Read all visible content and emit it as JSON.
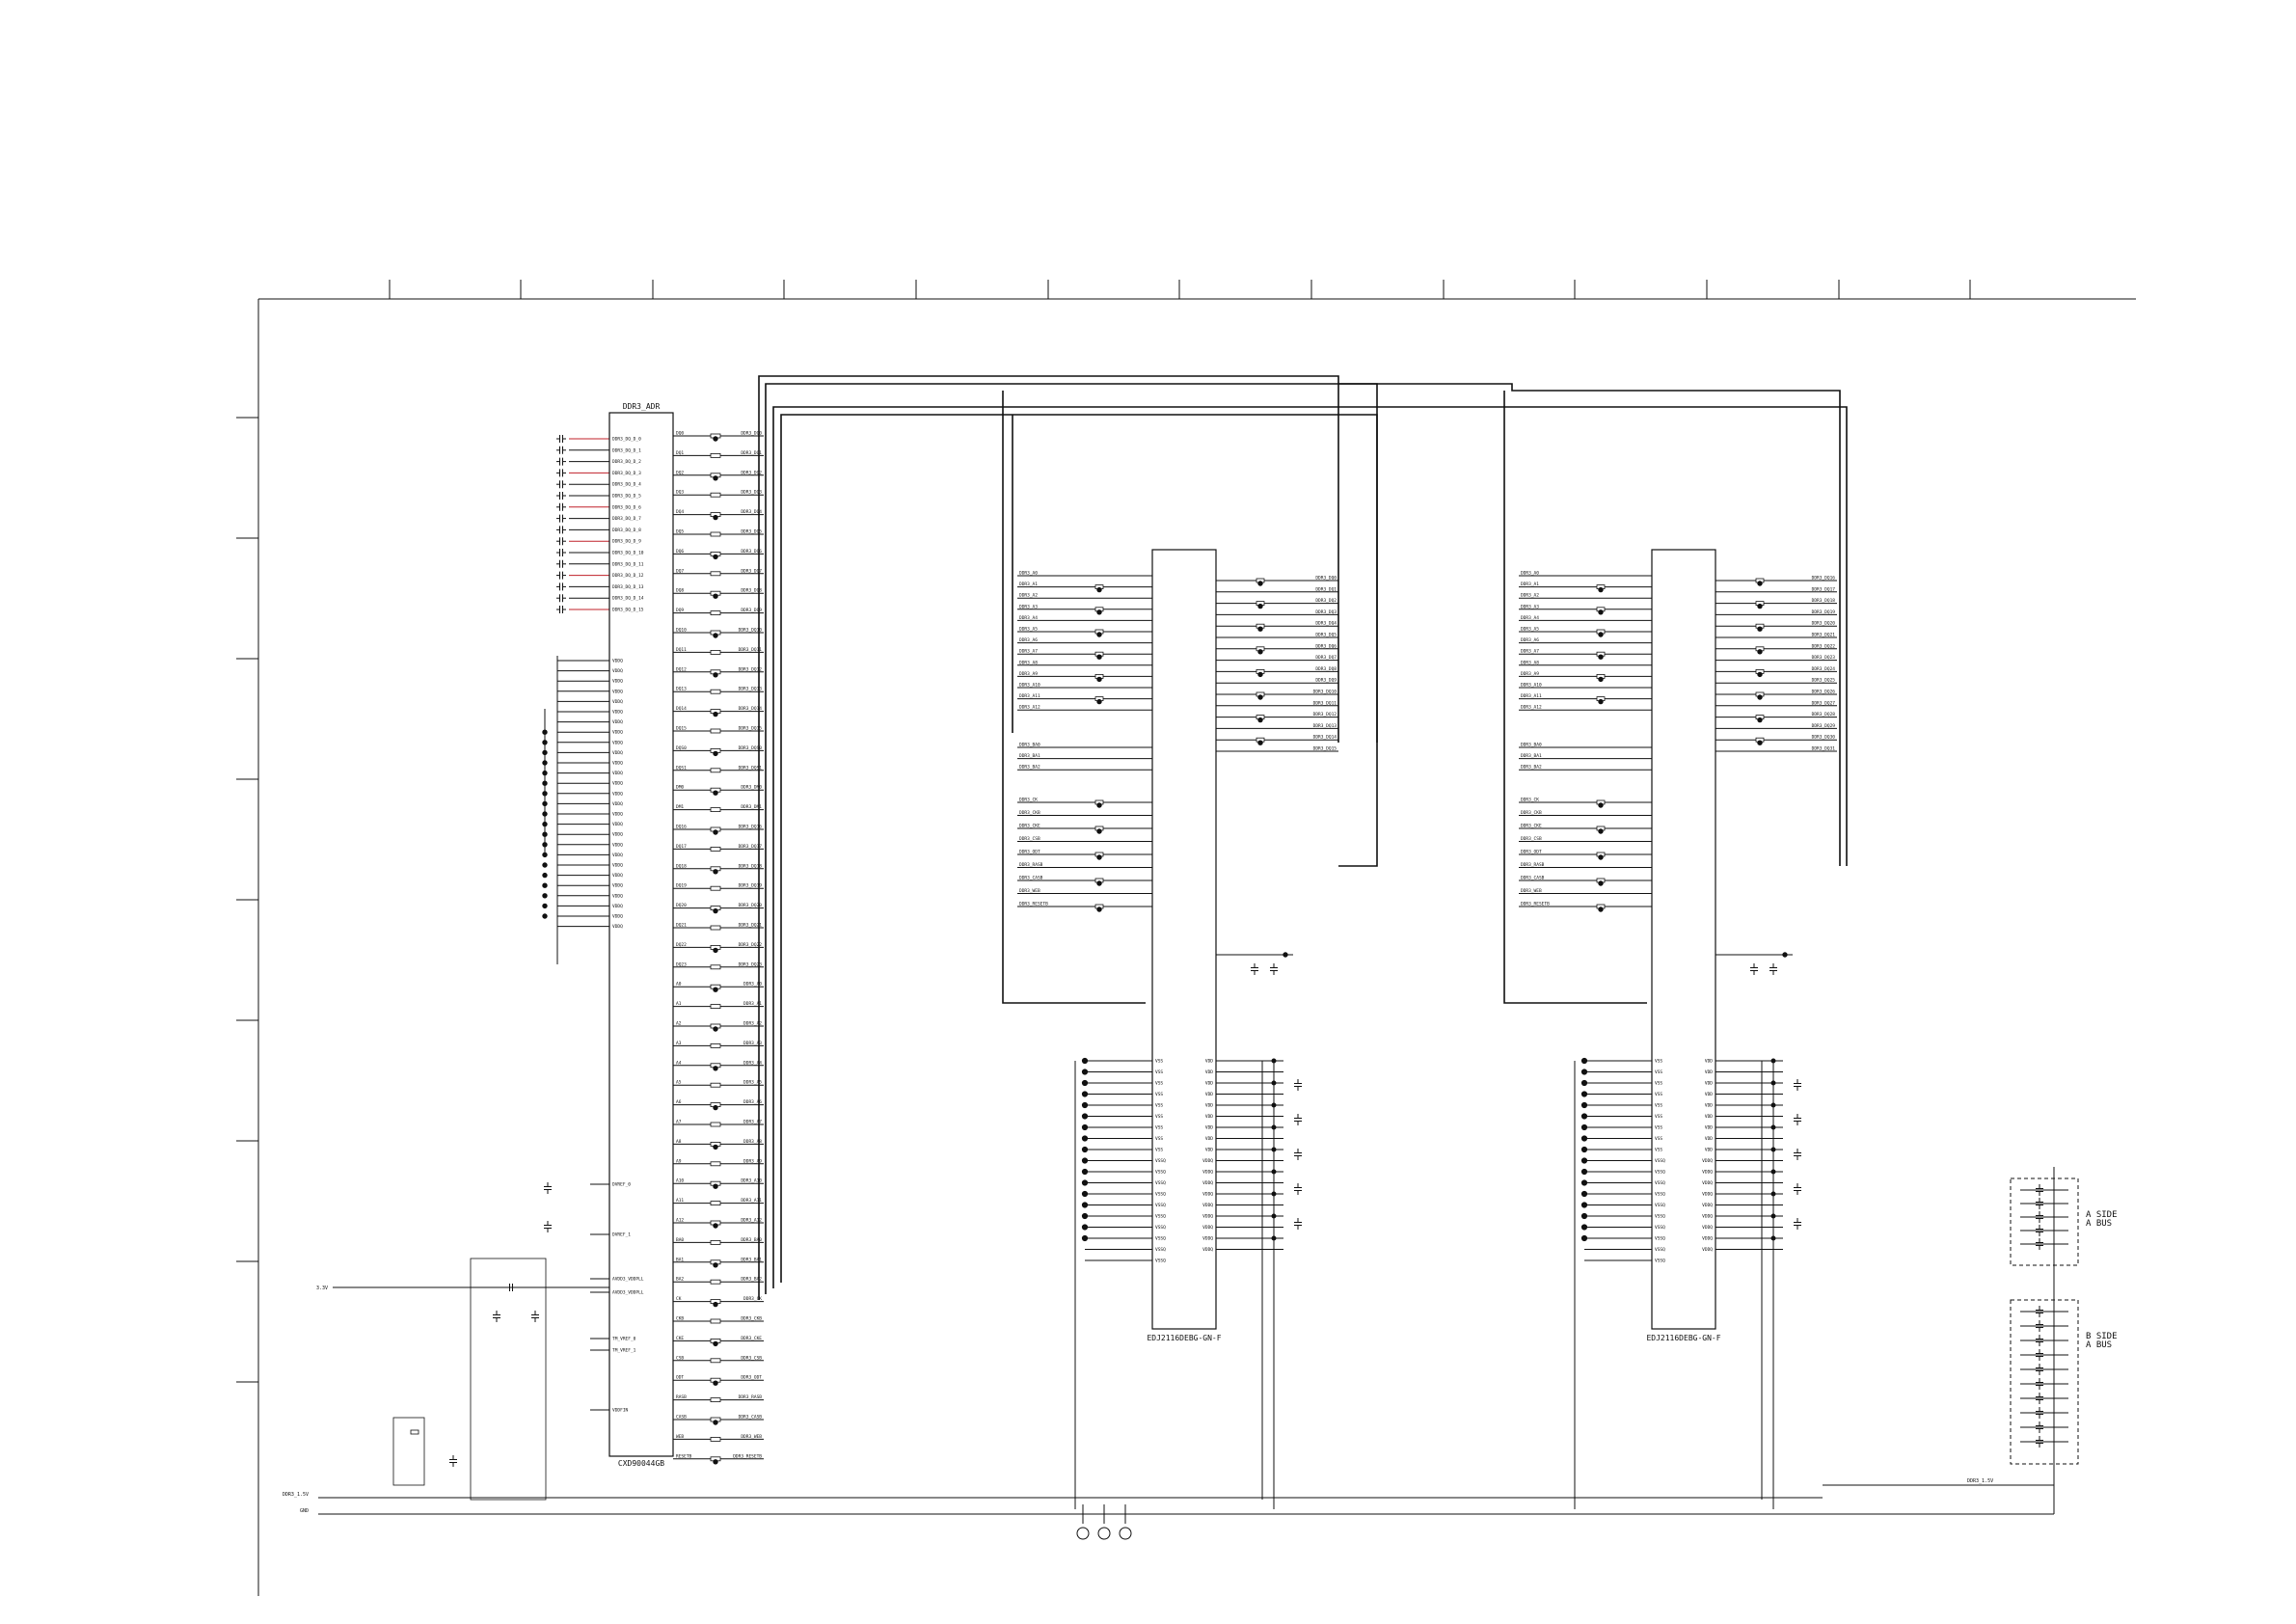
{
  "colors": {
    "ink": "#111111",
    "accent_red": "#c0202a"
  },
  "u_ctrl": {
    "top_label": "DDR3_ADR",
    "bottom_label": "CXD90044GB",
    "left_upper_pins": [
      "DDR3_DQ_D_0",
      "DDR3_DQ_D_1",
      "DDR3_DQ_D_2",
      "DDR3_DQ_D_3",
      "DDR3_DQ_D_4",
      "DDR3_DQ_D_5",
      "DDR3_DQ_D_6",
      "DDR3_DQ_D_7",
      "DDR3_DQ_D_8",
      "DDR3_DQ_D_9",
      "DDR3_DQ_D_10",
      "DDR3_DQ_D_11",
      "DDR3_DQ_D_12",
      "DDR3_DQ_D_13",
      "DDR3_DQ_D_14",
      "DDR3_DQ_D_15"
    ],
    "left_lower_pins": [
      "VDDQ",
      "VDDQ",
      "VDDQ",
      "VDDQ",
      "VDDQ",
      "VDDQ",
      "VDDQ",
      "VDDQ",
      "VDDQ",
      "VDDQ",
      "VDDQ",
      "VDDQ",
      "VDDQ",
      "VDDQ",
      "VDDQ",
      "VDDQ",
      "VDDQ",
      "VDDQ",
      "VDDQ",
      "VDDQ",
      "VDDQ",
      "VDDQ",
      "VDDQ",
      "VDDQ",
      "VDDQ",
      "VDDQ",
      "VDDQ"
    ],
    "left_bottom_pins": [
      "DVREF_0",
      "DVREF_1",
      "AVDD3_VDDPLL",
      "AVDD3_VDDPLL",
      "TM_VREF_0",
      "TM_VREF_1",
      "VDDFIN"
    ],
    "right_pins": [
      "DQ0",
      "DQ1",
      "DQ2",
      "DQ3",
      "DQ4",
      "DQ5",
      "DQ6",
      "DQ7",
      "DQ8",
      "DQ9",
      "DQ10",
      "DQ11",
      "DQ12",
      "DQ13",
      "DQ14",
      "DQ15",
      "DQS0",
      "DQS1",
      "DM0",
      "DM1",
      "DQ16",
      "DQ17",
      "DQ18",
      "DQ19",
      "DQ20",
      "DQ21",
      "DQ22",
      "DQ23",
      "A0",
      "A1",
      "A2",
      "A3",
      "A4",
      "A5",
      "A6",
      "A7",
      "A8",
      "A9",
      "A10",
      "A11",
      "A12",
      "BA0",
      "BA1",
      "BA2",
      "CK",
      "CKB",
      "CKE",
      "CSB",
      "ODT",
      "RASB",
      "CASB",
      "WEB",
      "RESETB"
    ],
    "right_nets": [
      "DDR3_DQ0",
      "DDR3_DQ1",
      "DDR3_DQ2",
      "DDR3_DQ3",
      "DDR3_DQ4",
      "DDR3_DQ5",
      "DDR3_DQ6",
      "DDR3_DQ7",
      "DDR3_DQ8",
      "DDR3_DQ9",
      "DDR3_DQ10",
      "DDR3_DQ11",
      "DDR3_DQ12",
      "DDR3_DQ13",
      "DDR3_DQ14",
      "DDR3_DQ15",
      "DDR3_DQS0",
      "DDR3_DQS1",
      "DDR3_DM0",
      "DDR3_DM1",
      "DDR3_DQ16",
      "DDR3_DQ17",
      "DDR3_DQ18",
      "DDR3_DQ19",
      "DDR3_DQ20",
      "DDR3_DQ21",
      "DDR3_DQ22",
      "DDR3_DQ23",
      "DDR3_A0",
      "DDR3_A1",
      "DDR3_A2",
      "DDR3_A3",
      "DDR3_A4",
      "DDR3_A5",
      "DDR3_A6",
      "DDR3_A7",
      "DDR3_A8",
      "DDR3_A9",
      "DDR3_A10",
      "DDR3_A11",
      "DDR3_A12",
      "DDR3_BA0",
      "DDR3_BA1",
      "DDR3_BA2",
      "DDR3_CK",
      "DDR3_CKB",
      "DDR3_CKE",
      "DDR3_CSB",
      "DDR3_ODT",
      "DDR3_RASB",
      "DDR3_CASB",
      "DDR3_WEB",
      "DDR3_RESETB"
    ]
  },
  "mem_chips": [
    {
      "id": "a",
      "bottom_label": "EDJ2116DEBG-GN-F",
      "left_top": [
        "DDR3_A0",
        "DDR3_A1",
        "DDR3_A2",
        "DDR3_A3",
        "DDR3_A4",
        "DDR3_A5",
        "DDR3_A6",
        "DDR3_A7",
        "DDR3_A8",
        "DDR3_A9",
        "DDR3_A10",
        "DDR3_A11",
        "DDR3_A12"
      ],
      "left_mid": [
        "DDR3_BA0",
        "DDR3_BA1",
        "DDR3_BA2"
      ],
      "left_ctrl": [
        "DDR3_CK",
        "DDR3_CKB",
        "DDR3_CKE",
        "DDR3_CSB",
        "DDR3_ODT",
        "DDR3_RASB",
        "DDR3_CASB",
        "DDR3_WEB",
        "DDR3_RESETB"
      ],
      "right_nets": [
        "DDR3_DQ0",
        "DDR3_DQ1",
        "DDR3_DQ2",
        "DDR3_DQ3",
        "DDR3_DQ4",
        "DDR3_DQ5",
        "DDR3_DQ6",
        "DDR3_DQ7",
        "DDR3_DQ8",
        "DDR3_DQ9",
        "DDR3_DQ10",
        "DDR3_DQ11",
        "DDR3_DQ12",
        "DDR3_DQ13",
        "DDR3_DQ14",
        "DDR3_DQ15"
      ],
      "vss_pins": [
        "VSS",
        "VSS",
        "VSS",
        "VSS",
        "VSS",
        "VSS",
        "VSS",
        "VSS",
        "VSS",
        "VSSQ",
        "VSSQ",
        "VSSQ",
        "VSSQ",
        "VSSQ",
        "VSSQ",
        "VSSQ",
        "VSSQ",
        "VSSQ",
        "VSSQ"
      ],
      "vdd_pins": [
        "VDD",
        "VDD",
        "VDD",
        "VDD",
        "VDD",
        "VDD",
        "VDD",
        "VDD",
        "VDD",
        "VDDQ",
        "VDDQ",
        "VDDQ",
        "VDDQ",
        "VDDQ",
        "VDDQ",
        "VDDQ",
        "VDDQ",
        "VDDQ"
      ]
    },
    {
      "id": "b",
      "bottom_label": "EDJ2116DEBG-GN-F",
      "left_top": [
        "DDR3_A0",
        "DDR3_A1",
        "DDR3_A2",
        "DDR3_A3",
        "DDR3_A4",
        "DDR3_A5",
        "DDR3_A6",
        "DDR3_A7",
        "DDR3_A8",
        "DDR3_A9",
        "DDR3_A10",
        "DDR3_A11",
        "DDR3_A12"
      ],
      "left_mid": [
        "DDR3_BA0",
        "DDR3_BA1",
        "DDR3_BA2"
      ],
      "left_ctrl": [
        "DDR3_CK",
        "DDR3_CKB",
        "DDR3_CKE",
        "DDR3_CSB",
        "DDR3_ODT",
        "DDR3_RASB",
        "DDR3_CASB",
        "DDR3_WEB",
        "DDR3_RESETB"
      ],
      "right_nets": [
        "DDR3_DQ16",
        "DDR3_DQ17",
        "DDR3_DQ18",
        "DDR3_DQ19",
        "DDR3_DQ20",
        "DDR3_DQ21",
        "DDR3_DQ22",
        "DDR3_DQ23",
        "DDR3_DQ24",
        "DDR3_DQ25",
        "DDR3_DQ26",
        "DDR3_DQ27",
        "DDR3_DQ28",
        "DDR3_DQ29",
        "DDR3_DQ30",
        "DDR3_DQ31"
      ],
      "vss_pins": [
        "VSS",
        "VSS",
        "VSS",
        "VSS",
        "VSS",
        "VSS",
        "VSS",
        "VSS",
        "VSS",
        "VSSQ",
        "VSSQ",
        "VSSQ",
        "VSSQ",
        "VSSQ",
        "VSSQ",
        "VSSQ",
        "VSSQ",
        "VSSQ",
        "VSSQ"
      ],
      "vdd_pins": [
        "VDD",
        "VDD",
        "VDD",
        "VDD",
        "VDD",
        "VDD",
        "VDD",
        "VDD",
        "VDD",
        "VDDQ",
        "VDDQ",
        "VDDQ",
        "VDDQ",
        "VDDQ",
        "VDDQ",
        "VDDQ",
        "VDDQ",
        "VDDQ"
      ]
    }
  ],
  "power_ports": {
    "in_3v3": "3.3V",
    "in_1v5": "DDR3_1.5V",
    "gnd": "GND",
    "out_1v5": "DDR3_1.5V"
  },
  "side_blocks": [
    {
      "label": "A SIDE\nA BUS"
    },
    {
      "label": "B SIDE\nA BUS"
    }
  ]
}
